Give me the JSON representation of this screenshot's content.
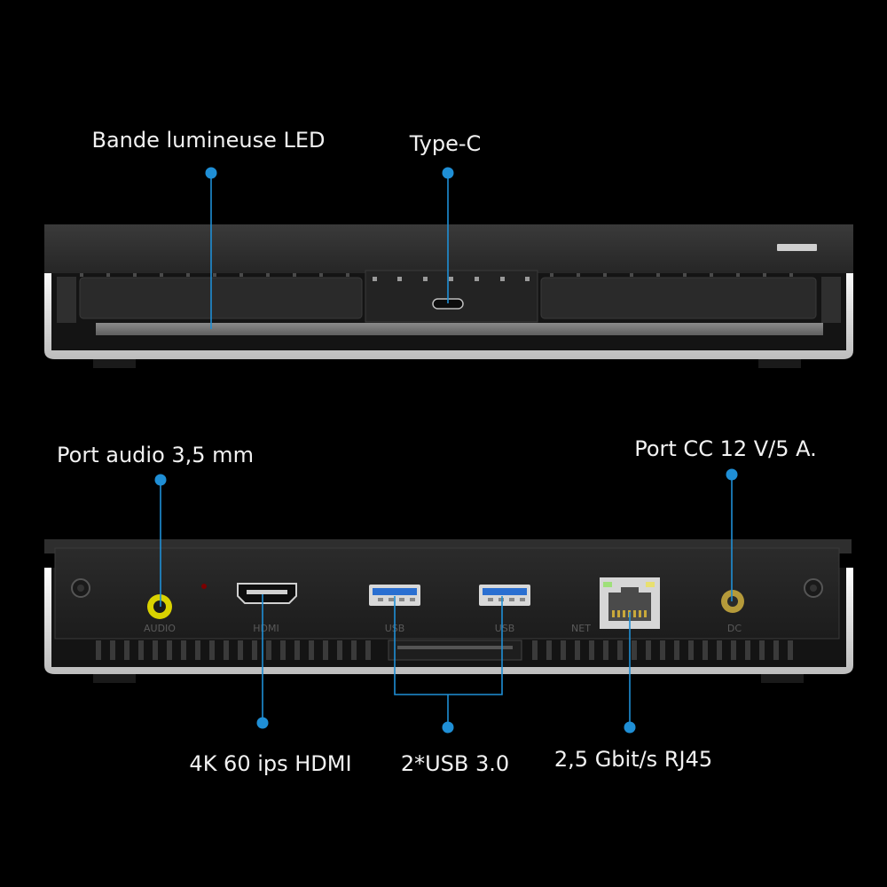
{
  "callouts": {
    "led_strip": "Bande lumineuse LED",
    "type_c": "Type-C",
    "audio_port": "Port audio 3,5 mm",
    "dc_port": "Port CC 12 V/5 A.",
    "hdmi": "4K 60 ips HDMI",
    "usb": "2*USB 3.0",
    "rj45": "2,5 Gbit/s RJ45"
  },
  "port_markings": {
    "audio": "AUDIO",
    "hdmi": "HDMI",
    "usb_1": "USB",
    "usb_2": "USB",
    "net": "NET",
    "dc": "DC"
  },
  "colors": {
    "callout_dot": "#1f8fd6",
    "callout_line": "#1f8fd6",
    "background": "#000000",
    "usb_blue": "#2a6fd1",
    "audio_yellow": "#d9d200"
  }
}
